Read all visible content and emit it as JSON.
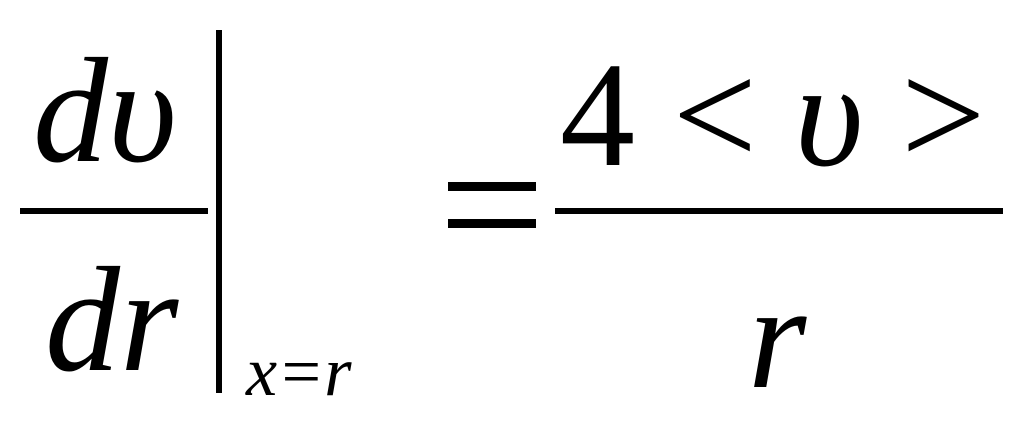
{
  "equation": {
    "left_numerator": "dυ",
    "left_denominator": "dr",
    "evaluation_subscript": "x=r",
    "equals_sign": "=",
    "right_numerator_coefficient": "4",
    "right_numerator_open": "<",
    "right_numerator_variable": "υ",
    "right_numerator_close": ">",
    "right_denominator": "r"
  }
}
